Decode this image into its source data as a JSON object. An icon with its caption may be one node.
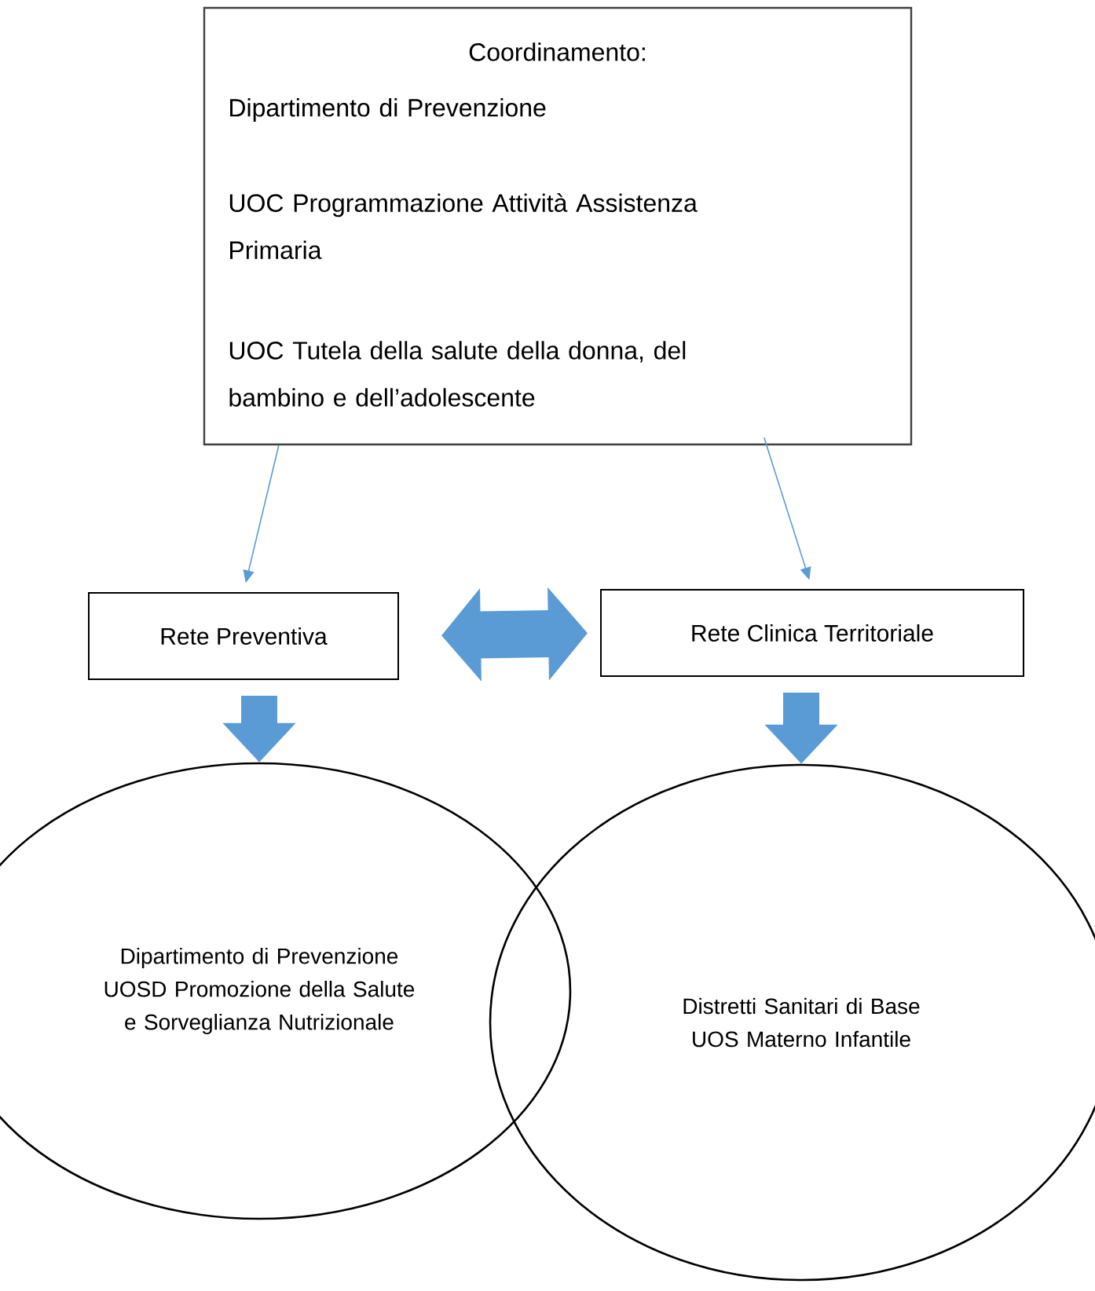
{
  "diagram": {
    "nodes": [
      {
        "text": [
          "Coordinamento:",
          "Dipartimento di Prevenzione",
          "UOC Programmazione Attività Assistenza Primaria",
          "UOC Tutela della salute della donna, del bambino e dell’adolescente"
        ]
      },
      {
        "text": [
          "Rete Preventiva"
        ]
      },
      {
        "text": [
          "Rete Clinica Territoriale"
        ]
      },
      {
        "text": [
          "Dipartimento di Prevenzione",
          "UOSD Promozione della Salute e Sorveglianza Nutrizionale"
        ]
      },
      {
        "text": [
          "Distretti Sanitari di Base",
          "UOS Materno Infantile"
        ]
      }
    ],
    "edges": [
      {
        "from": 0,
        "to": 1,
        "arrow": "to"
      },
      {
        "from": 0,
        "to": 2,
        "arrow": "to"
      },
      {
        "from": 1,
        "to": 2,
        "arrow": "both"
      },
      {
        "from": 1,
        "to": 3,
        "arrow": "to"
      },
      {
        "from": 2,
        "to": 4,
        "arrow": "to"
      }
    ]
  }
}
